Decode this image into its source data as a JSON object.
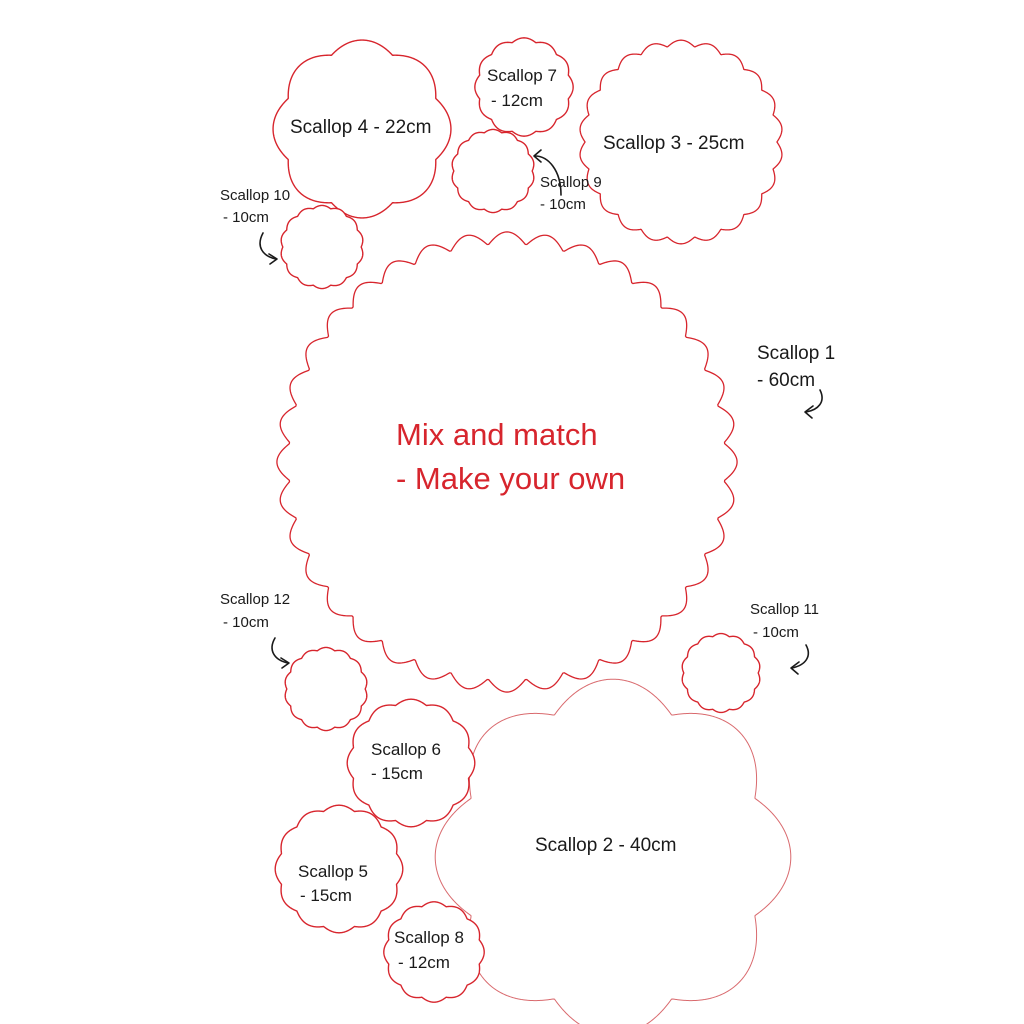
{
  "headline": {
    "line1": "Mix and match",
    "line2": "- Make your own",
    "color": "#d7252d"
  },
  "outline_color": "#d7252d",
  "text_color": "#1a1a1a",
  "shapes": [
    {
      "id": "scallop-1",
      "lines": [
        "Scallop 1",
        "- 60cm"
      ]
    },
    {
      "id": "scallop-2",
      "lines": [
        "Scallop 2 - 40cm"
      ]
    },
    {
      "id": "scallop-3",
      "lines": [
        "Scallop 3 - 25cm"
      ]
    },
    {
      "id": "scallop-4",
      "lines": [
        "Scallop 4 - 22cm"
      ]
    },
    {
      "id": "scallop-5",
      "lines": [
        "Scallop 5",
        "- 15cm"
      ]
    },
    {
      "id": "scallop-6",
      "lines": [
        "Scallop 6",
        "- 15cm"
      ]
    },
    {
      "id": "scallop-7",
      "lines": [
        "Scallop 7",
        "- 12cm"
      ]
    },
    {
      "id": "scallop-8",
      "lines": [
        "Scallop 8",
        "- 12cm"
      ]
    },
    {
      "id": "scallop-9",
      "lines": [
        "Scallop 9",
        "- 10cm"
      ]
    },
    {
      "id": "scallop-10",
      "lines": [
        "Scallop 10",
        "- 10cm"
      ]
    },
    {
      "id": "scallop-11",
      "lines": [
        "Scallop 11",
        "- 10cm"
      ]
    },
    {
      "id": "scallop-12",
      "lines": [
        "Scallop 12",
        "- 10cm"
      ]
    }
  ]
}
